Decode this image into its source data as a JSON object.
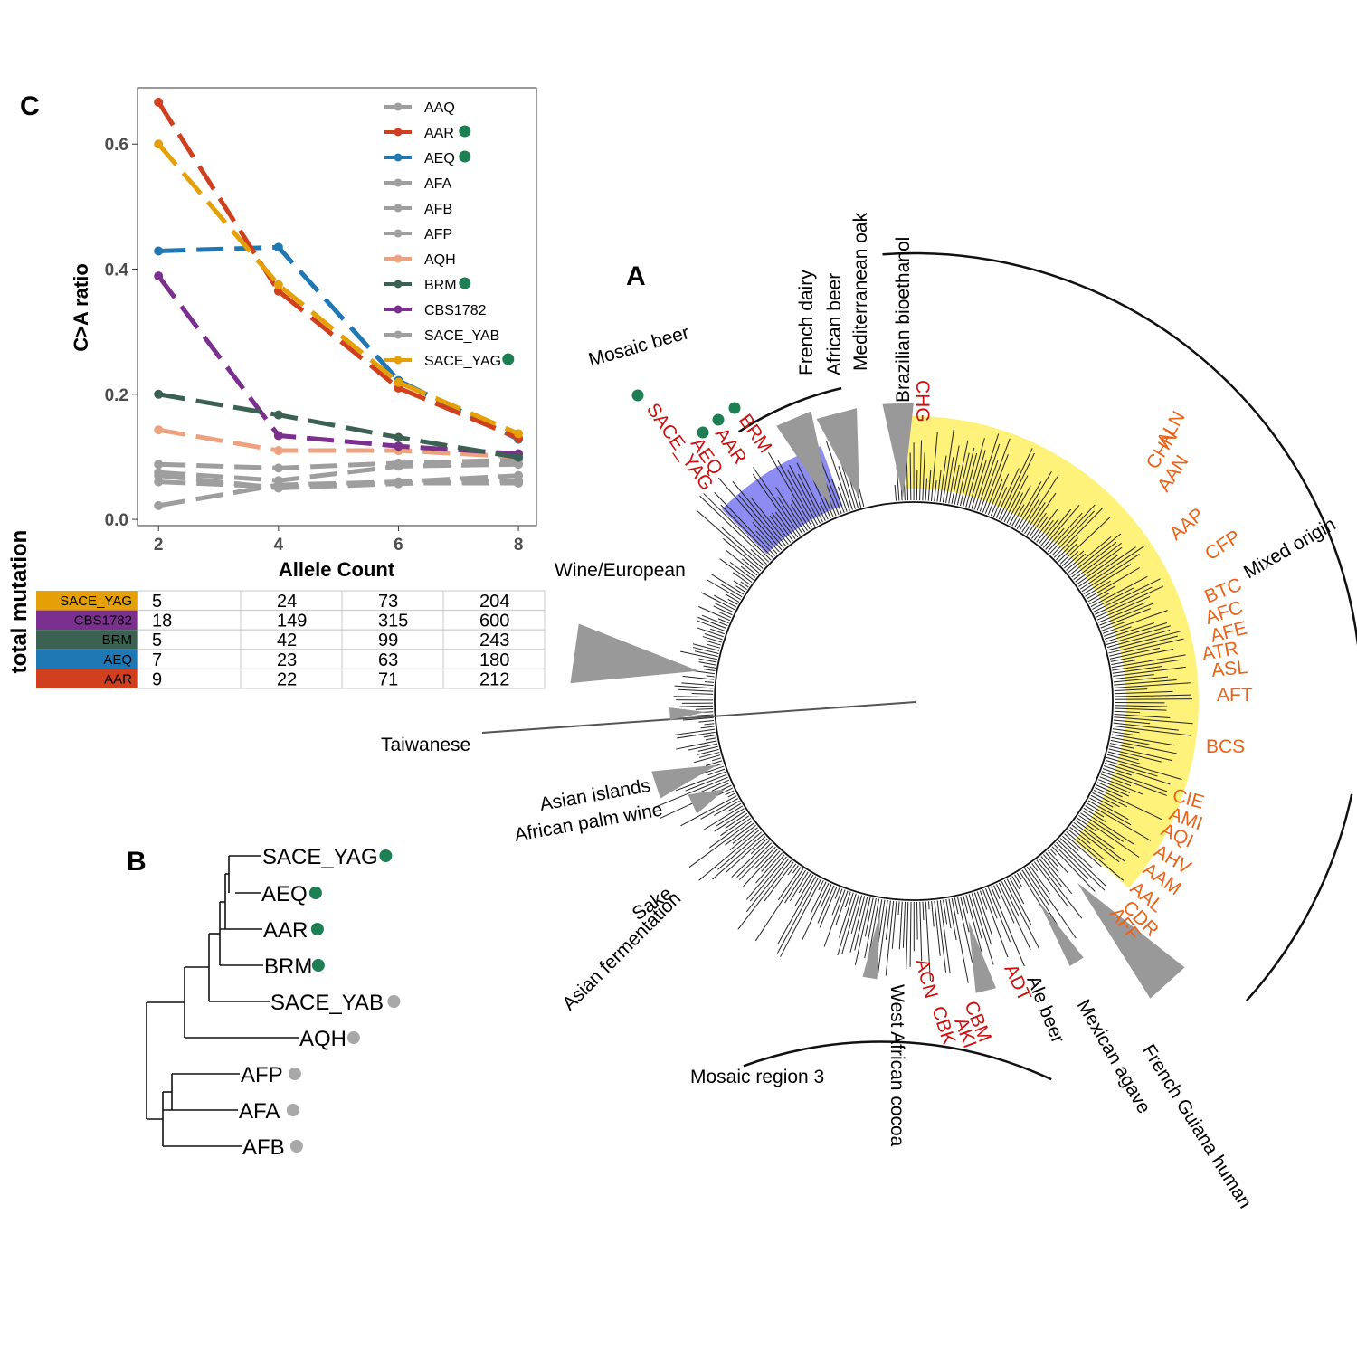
{
  "colors": {
    "AAR": "#d1401e",
    "AEQ": "#1f78b4",
    "BRM": "#3b6153",
    "CBS1782": "#7b2f8e",
    "SACE_YAG": "#e5a006",
    "AQH": "#eda27f",
    "grey": "#9e9e9e",
    "marker_green": "#1e7f55",
    "marker_grey": "#a8a8a8",
    "highlight_yellow": "#fff27a",
    "highlight_blue": "#8c8cf2"
  },
  "panels": {
    "a": "A",
    "b": "B",
    "c": "C"
  },
  "chart_data": {
    "type": "line",
    "xlabel": "Allele Count",
    "ylabel": "C>A ratio",
    "x": [
      2,
      4,
      6,
      8
    ],
    "xticks": [
      "2",
      "4",
      "6",
      "8"
    ],
    "yticks": [
      "0.0",
      "0.2",
      "0.4",
      "0.6"
    ],
    "xlim": [
      1.65,
      8.3
    ],
    "ylim": [
      -0.01,
      0.69
    ],
    "series": [
      {
        "name": "AAQ",
        "values": [
          0.022,
          0.055,
          0.06,
          0.07
        ],
        "marked": false
      },
      {
        "name": "AAR",
        "values": [
          0.667,
          0.365,
          0.21,
          0.13
        ],
        "marked": true
      },
      {
        "name": "AEQ",
        "values": [
          0.429,
          0.435,
          0.222,
          0.128
        ],
        "marked": true
      },
      {
        "name": "AFA",
        "values": [
          0.07,
          0.05,
          0.057,
          0.062
        ],
        "marked": false
      },
      {
        "name": "AFB",
        "values": [
          0.088,
          0.082,
          0.09,
          0.095
        ],
        "marked": false
      },
      {
        "name": "AFP",
        "values": [
          0.06,
          0.052,
          0.058,
          0.058
        ],
        "marked": false
      },
      {
        "name": "AQH",
        "values": [
          0.143,
          0.11,
          0.11,
          0.1
        ],
        "marked": false
      },
      {
        "name": "BRM",
        "values": [
          0.2,
          0.167,
          0.131,
          0.099
        ],
        "marked": true
      },
      {
        "name": "CBS1782",
        "values": [
          0.389,
          0.134,
          0.117,
          0.105
        ],
        "marked": false
      },
      {
        "name": "SACE_YAB",
        "values": [
          0.075,
          0.062,
          0.085,
          0.088
        ],
        "marked": false
      },
      {
        "name": "SACE_YAG",
        "values": [
          0.6,
          0.375,
          0.219,
          0.137
        ],
        "marked": true
      }
    ]
  },
  "table": {
    "title": "total mutation",
    "rows": [
      {
        "name": "SACE_YAG",
        "values": [
          "5",
          "24",
          "73",
          "204"
        ]
      },
      {
        "name": "CBS1782",
        "values": [
          "18",
          "149",
          "315",
          "600"
        ]
      },
      {
        "name": "BRM",
        "values": [
          "5",
          "42",
          "99",
          "243"
        ]
      },
      {
        "name": "AEQ",
        "values": [
          "7",
          "23",
          "63",
          "180"
        ]
      },
      {
        "name": "AAR",
        "values": [
          "9",
          "22",
          "71",
          "212"
        ]
      }
    ]
  },
  "tree_b": {
    "tips": [
      {
        "name": "SACE_YAG",
        "marker": "green"
      },
      {
        "name": "AEQ",
        "marker": "green"
      },
      {
        "name": "AAR",
        "marker": "green"
      },
      {
        "name": "BRM",
        "marker": "green"
      },
      {
        "name": "SACE_YAB",
        "marker": "grey"
      },
      {
        "name": "AQH",
        "marker": "grey"
      },
      {
        "name": "AFP",
        "marker": "grey"
      },
      {
        "name": "AFA",
        "marker": "grey"
      },
      {
        "name": "AFB",
        "marker": "grey"
      }
    ]
  },
  "tree_a": {
    "clades": {
      "mosaic_beer": "Mosaic beer",
      "french_dairy": "French dairy",
      "african_beer": "African beer",
      "mediterranean_oak": "Mediterranean oak",
      "brazilian_bioethanol": "Brazilian bioethanol",
      "mixed_origin": "Mixed origin",
      "wine_european": "Wine/European",
      "taiwanese": "Taiwanese",
      "asian_islands": "Asian islands",
      "african_palm_wine": "African palm wine",
      "sake": "Sake",
      "asian_fermentation": "Asian fermentation",
      "mosaic_region_3": "Mosaic region 3",
      "west_african_cocoa": "West African cocoa",
      "ale_beer": "Ale beer",
      "mexican_agave": "Mexican agave",
      "french_guiana_human": "French Guiana human"
    },
    "red_tips": [
      "SACE_YAG",
      "AEQ",
      "AAR",
      "BRM",
      "CHG",
      "ACN",
      "CBK",
      "AKI",
      "CBM",
      "ADT"
    ],
    "mixed_tips": [
      "ALN",
      "CHN",
      "AAN",
      "AAP",
      "CFP",
      "BTC",
      "AFC",
      "AFE",
      "ATR",
      "ASL",
      "AFT",
      "BCS",
      "CIE",
      "AMI",
      "AQI",
      "AHV",
      "AAM",
      "AAL",
      "CDR",
      "AFF"
    ]
  }
}
